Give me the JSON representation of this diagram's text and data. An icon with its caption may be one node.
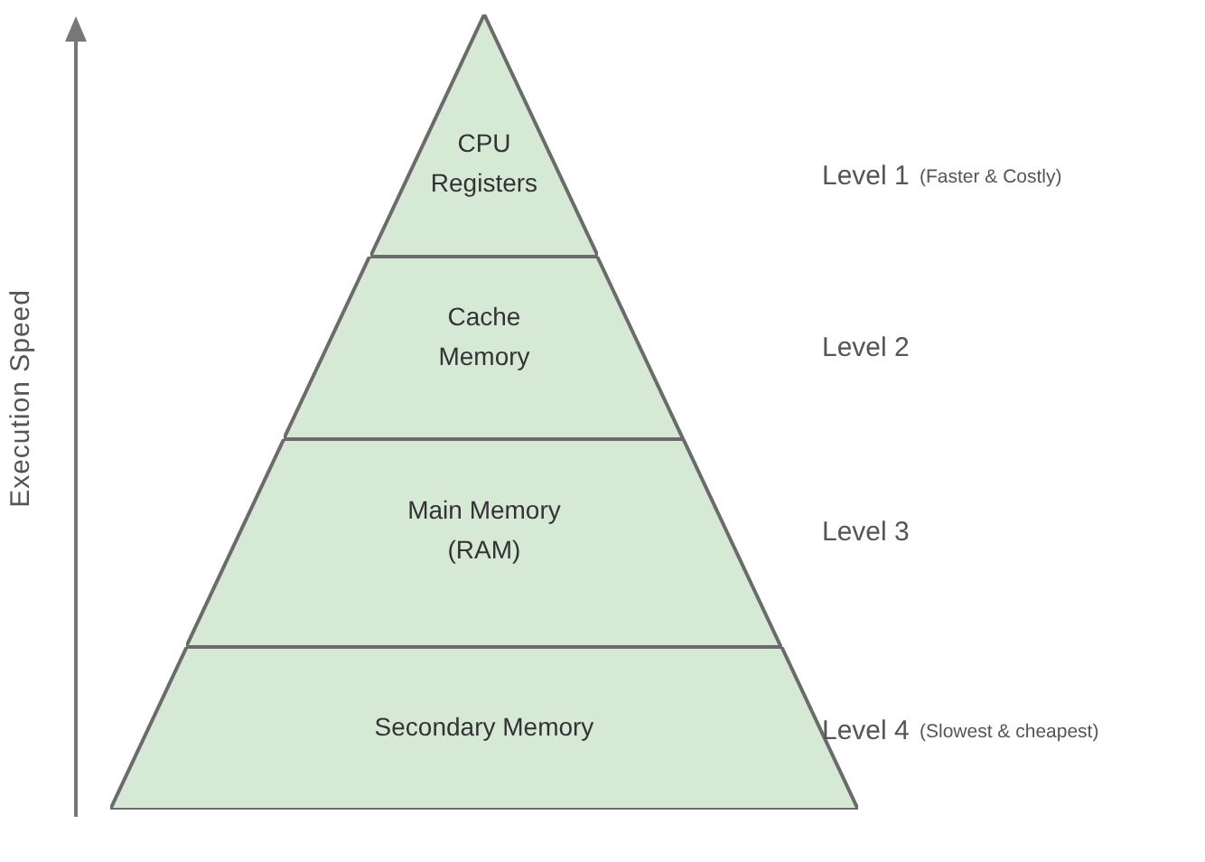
{
  "diagram": {
    "nodes": [
      {
        "text": [
          "CPU Registers"
        ]
      },
      {
        "text": [
          "Cache Memory"
        ]
      },
      {
        "text": [
          "Main Memory (RAM)"
        ]
      },
      {
        "text": [
          "Secondary Memory"
        ]
      }
    ],
    "edges": [],
    "labels": [
      "Execution Speed",
      "Level 1",
      "(Faster & Costly)",
      "Level 2",
      "Level 3",
      "Level 4",
      "(Slowest & cheapest)"
    ]
  }
}
